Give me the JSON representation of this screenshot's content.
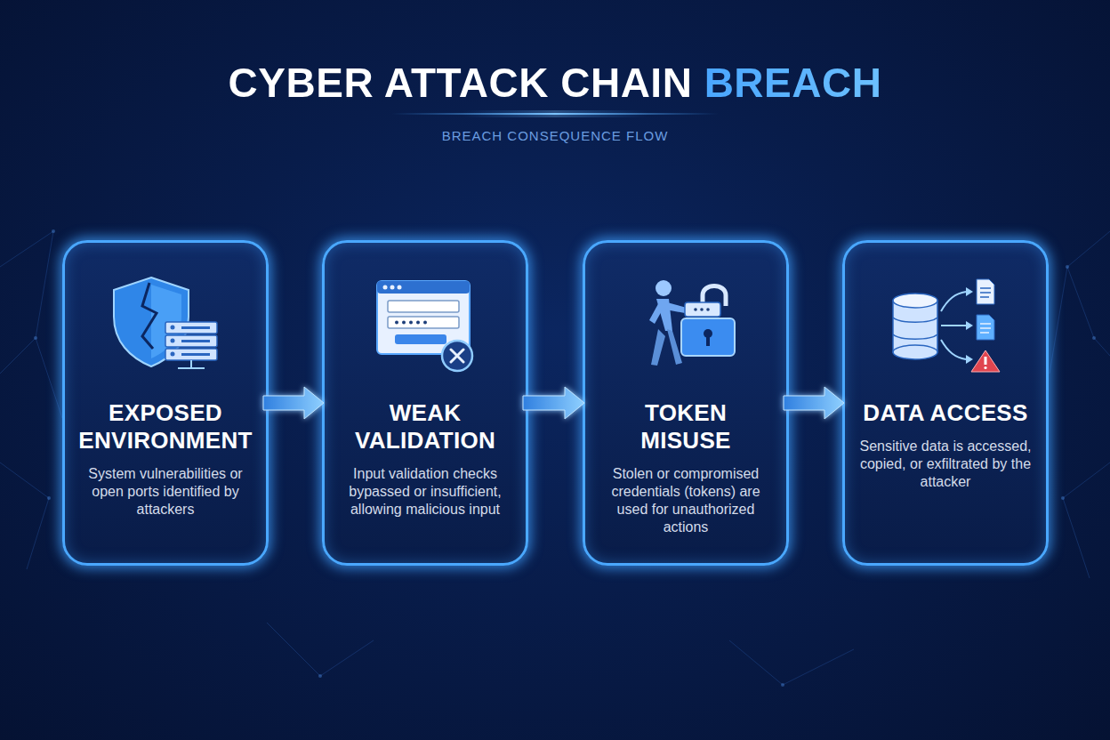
{
  "diagram": {
    "title": "CYBER ATTACK CHAIN BREACH",
    "nodes": [
      {
        "text": [
          "EXPOSED ENVIRONMENT",
          "System vulnerabilities or open ports identified by attackers"
        ]
      },
      {
        "text": [
          "WEAK VALIDATION",
          "Input validation checks bypassed or insufficient, allowing malicious input"
        ]
      },
      {
        "text": [
          "TOKEN MISUSE",
          "Stolen or compromised credentials (tokens) are used for unauthorized actions"
        ]
      },
      {
        "text": [
          "DATA ACCESS",
          "Sensitive data is accessed, copied, or exfiltrated by the attacker"
        ]
      }
    ],
    "edges": [
      {
        "from": 0,
        "to": 1,
        "arrow": "to"
      },
      {
        "from": 1,
        "to": 2,
        "arrow": "to"
      },
      {
        "from": 2,
        "to": 3,
        "arrow": "to"
      }
    ],
    "labels": [
      "BREACH CONSEQUENCE FLOW"
    ]
  }
}
